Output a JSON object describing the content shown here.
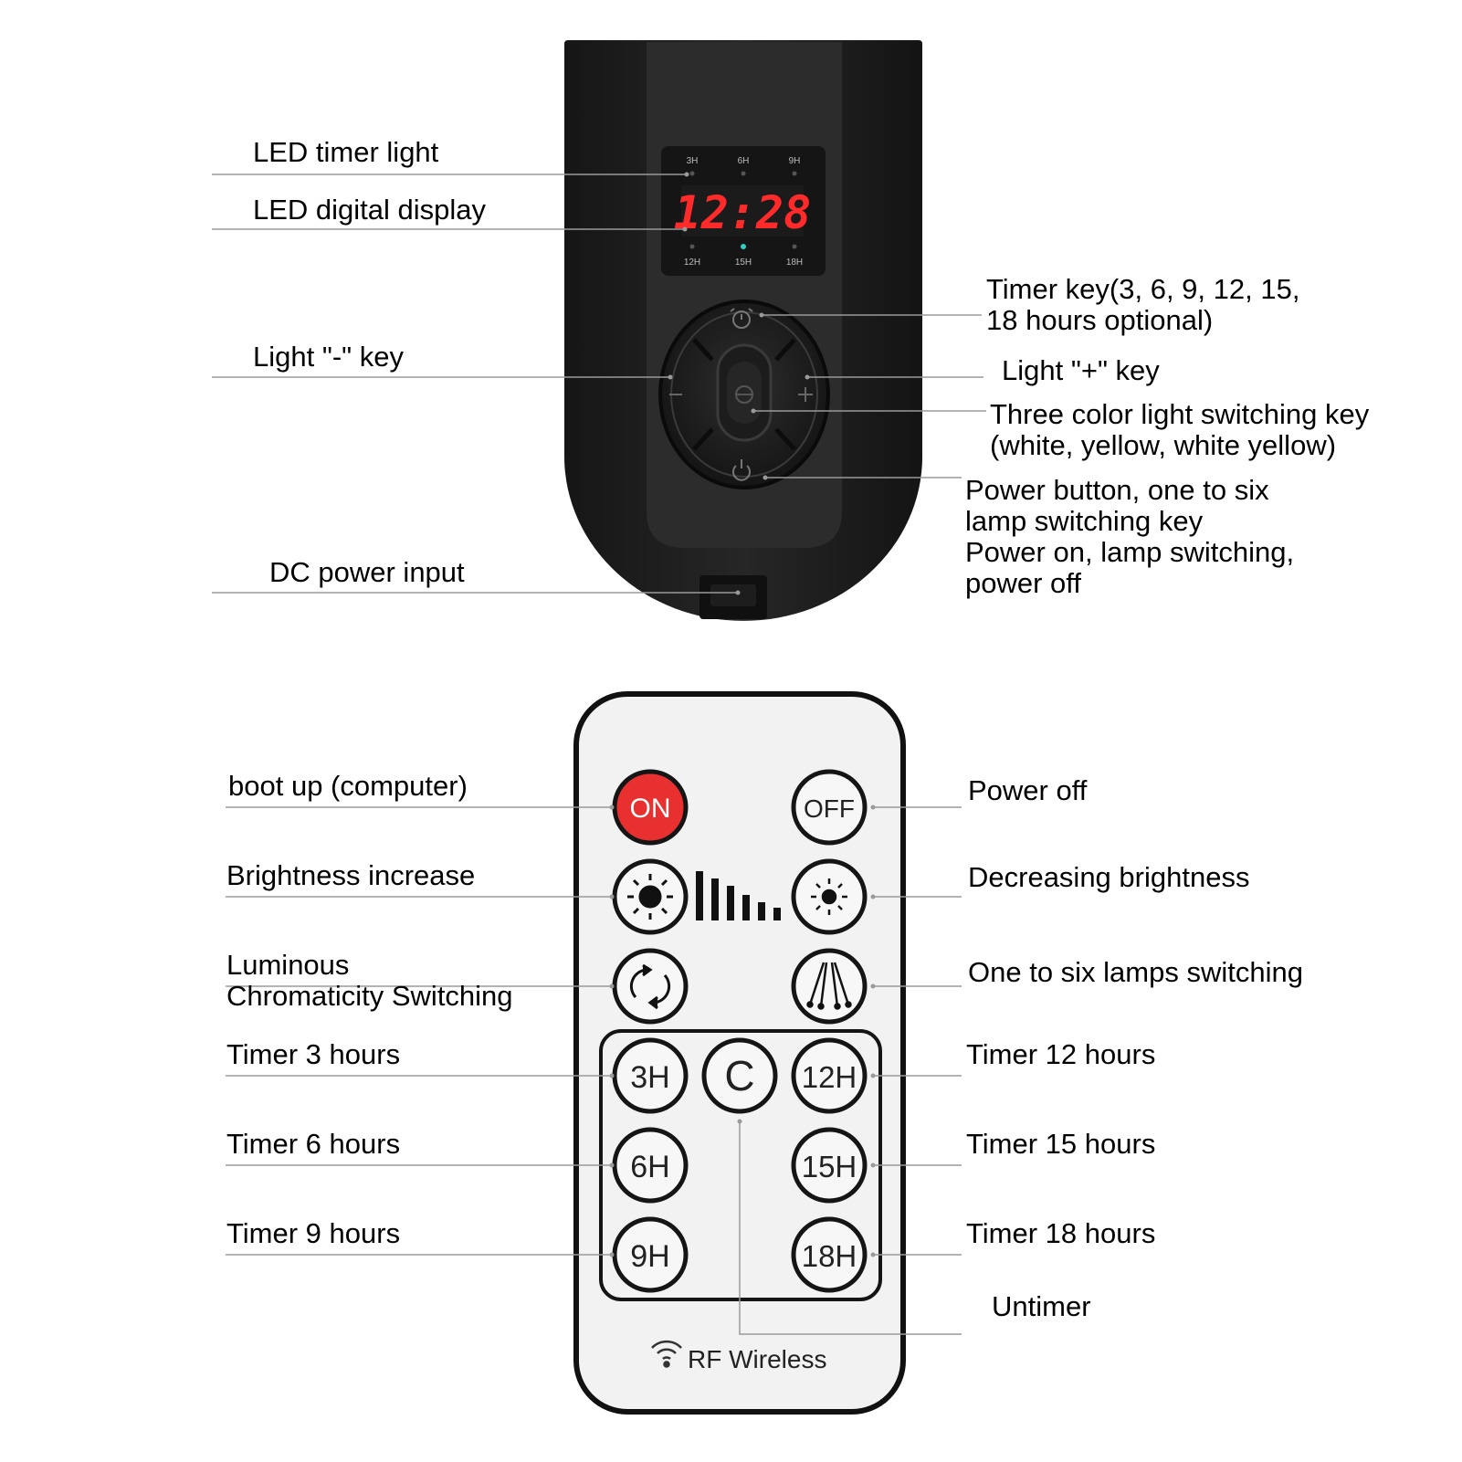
{
  "controller": {
    "display_time": "12:28",
    "timer_marks_top": [
      "3H",
      "6H",
      "9H"
    ],
    "timer_marks_bottom": [
      "12H",
      "15H",
      "18H"
    ],
    "labels": {
      "led_timer_light": "LED timer light",
      "led_digital_display": "LED digital display",
      "light_minus_key": "Light \"-\" key",
      "dc_power_input": "DC power input",
      "timer_key": "Timer key(3, 6, 9, 12, 15,\n18 hours optional)",
      "light_plus_key": "Light \"+\" key",
      "three_color_key": "Three color light switching key\n(white, yellow, white yellow)",
      "power_button": "Power button, one to six\nlamp switching key\nPower on, lamp switching,\npower off"
    }
  },
  "remote": {
    "buttons": {
      "on": "ON",
      "off": "OFF",
      "clear": "C",
      "t3": "3H",
      "t6": "6H",
      "t9": "9H",
      "t12": "12H",
      "t15": "15H",
      "t18": "18H"
    },
    "footer": "RF Wireless",
    "labels": {
      "boot_up": "boot up (computer)",
      "power_off": "Power off",
      "brightness_increase": "Brightness increase",
      "decreasing_brightness": "Decreasing brightness",
      "chromaticity": "Luminous\nChromaticity Switching",
      "lamps_switching": "One to six lamps switching",
      "timer3": "Timer 3 hours",
      "timer6": "Timer 6 hours",
      "timer9": "Timer 9 hours",
      "timer12": "Timer 12 hours",
      "timer15": "Timer 15 hours",
      "timer18": "Timer 18 hours",
      "untimer": "Untimer"
    }
  },
  "colors": {
    "device_body": "#1e1e1e",
    "device_panel": "#2b2b2b",
    "led_red": "#ff2a2a",
    "led_teal": "#2ad1c8",
    "on_button_red": "#e83030",
    "remote_face": "#f2f2f2",
    "line_gray": "#9a9a9a"
  },
  "icons": [
    "sun-large-icon",
    "sun-small-icon",
    "brightness-bars-icon",
    "rotate-arrows-icon",
    "light-rays-icon",
    "wifi-icon",
    "power-icon",
    "alarm-clock-icon",
    "color-swap-icon"
  ]
}
